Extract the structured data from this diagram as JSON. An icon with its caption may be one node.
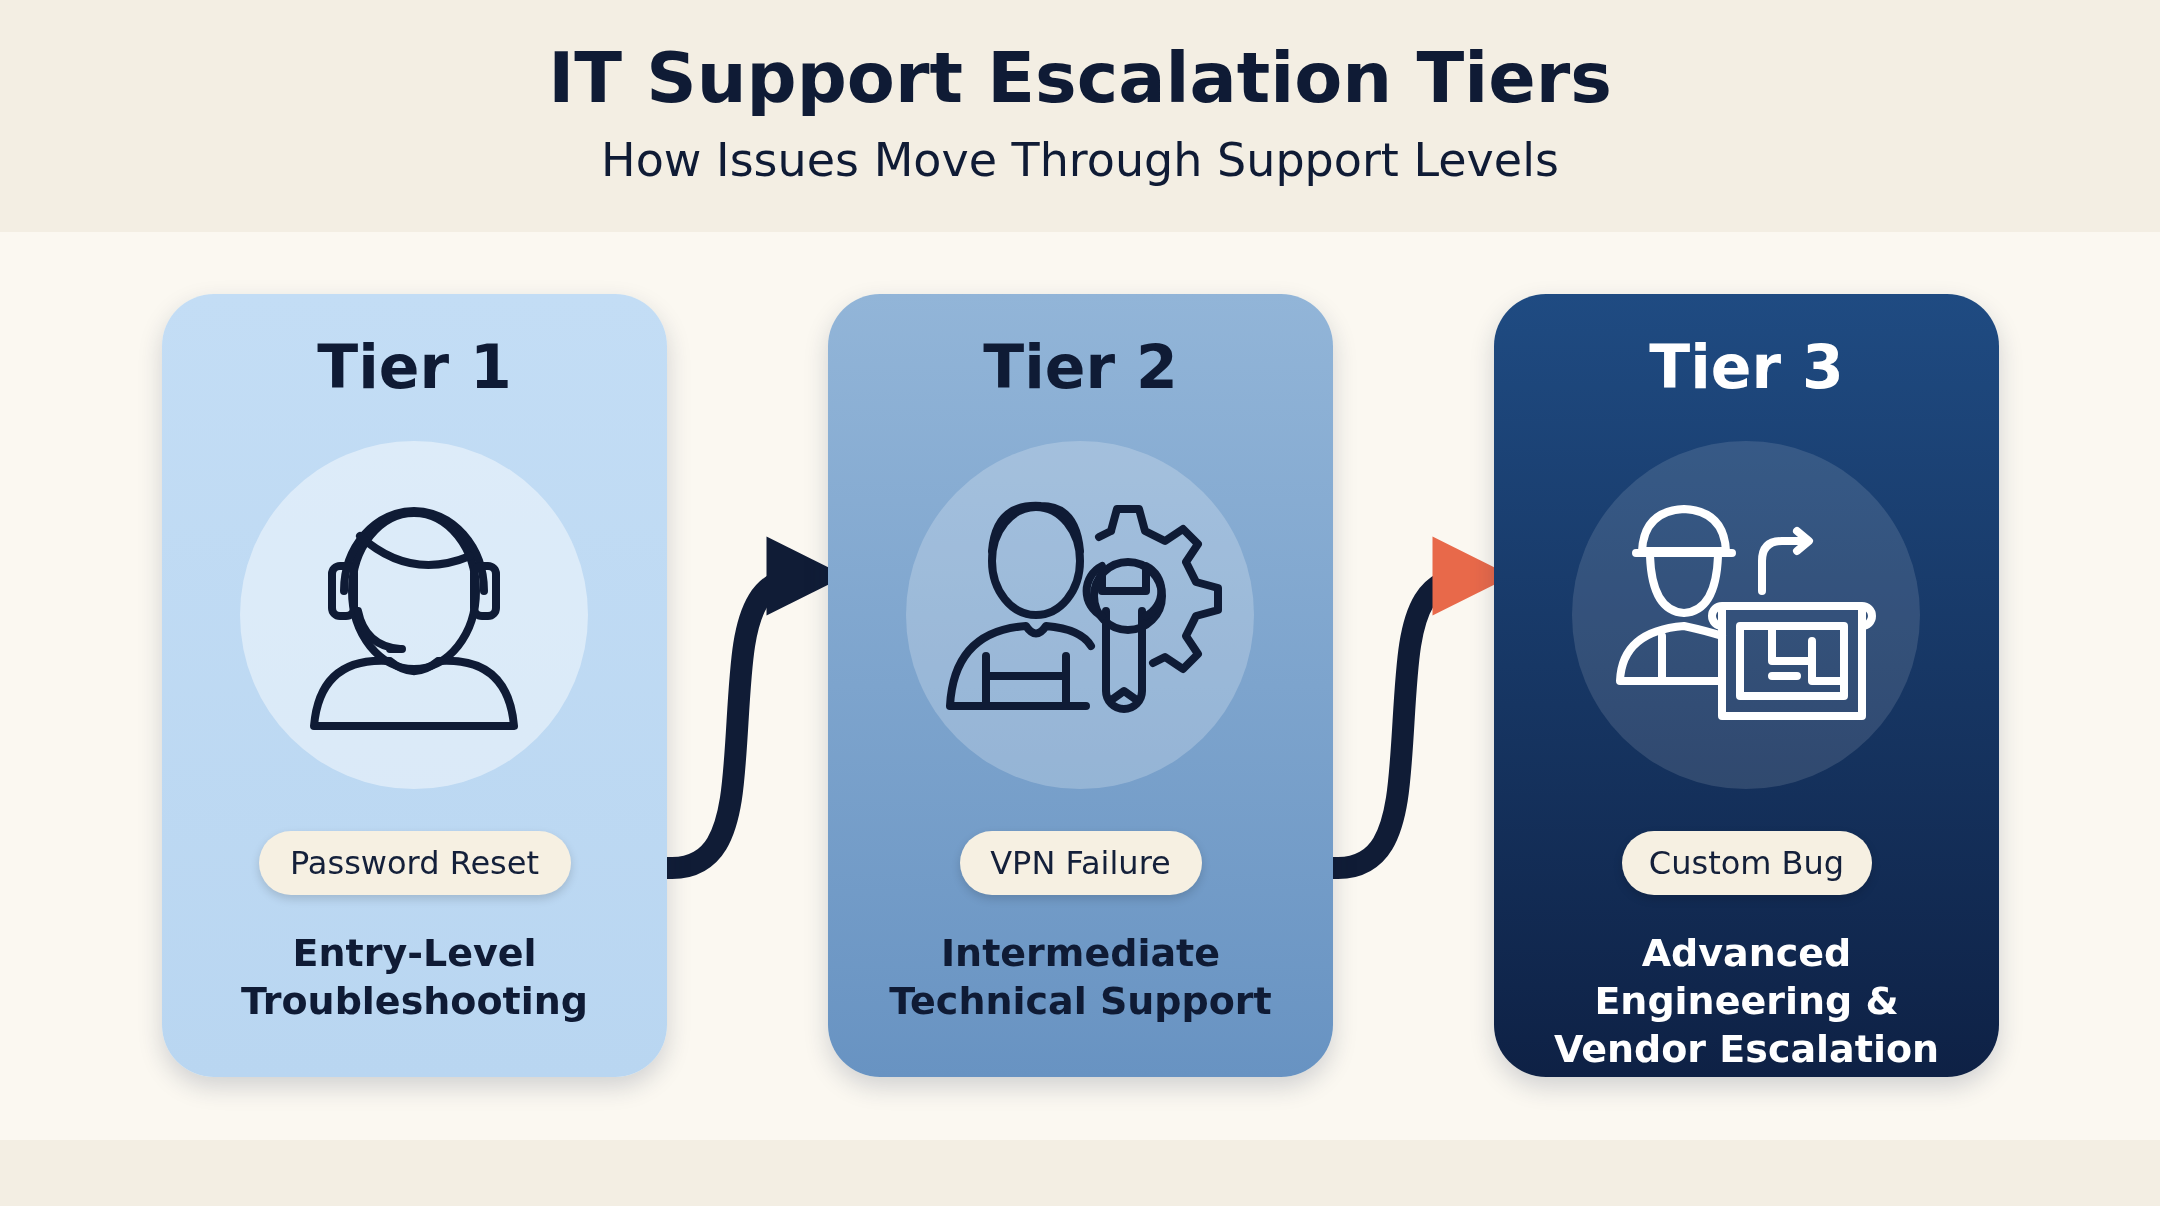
{
  "diagram": {
    "title": "IT Support Escalation Tiers",
    "caption": "How Issues Move Through Support Levels",
    "nodes": [
      {
        "text": [
          "Tier 1",
          "Entry-Level Troubleshooting"
        ]
      },
      {
        "text": [
          "Password Reset"
        ],
        "in": 0
      },
      {
        "text": [
          "Tier 2",
          "Intermediate Technical Support"
        ]
      },
      {
        "text": [
          "VPN Failure"
        ],
        "in": 2
      },
      {
        "text": [
          "Tier 3",
          "Advanced Engineering & Vendor Escalation"
        ]
      },
      {
        "text": [
          "Custom Bug"
        ],
        "in": 4
      }
    ],
    "edges": [
      {
        "from": 0,
        "to": 2,
        "arrow": "to"
      },
      {
        "from": 2,
        "to": 4,
        "arrow": "to"
      }
    ]
  }
}
